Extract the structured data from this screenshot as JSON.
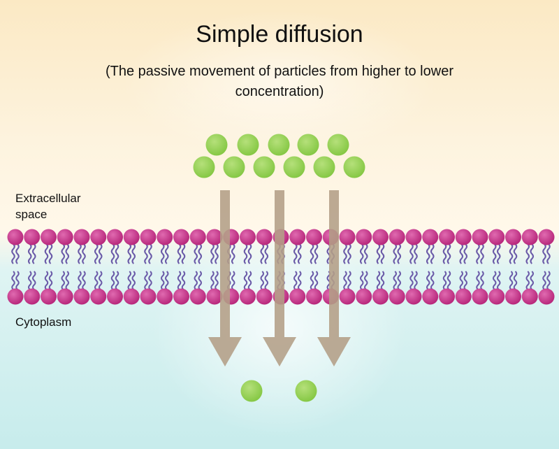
{
  "title": "Simple diffusion",
  "subtitle": "(The passive movement of particles from higher to lower concentration)",
  "labels": {
    "extracellular": "Extracellular space",
    "cytoplasm": "Cytoplasm"
  },
  "colors": {
    "particle": "#86c845",
    "particle_highlight": "#b5e07a",
    "phospholipid_head": "#b8287c",
    "phospholipid_head_highlight": "#e06ab0",
    "lipid_tail": "#6a5aa8",
    "arrow": "#b39e86"
  },
  "counts": {
    "particles_above_membrane": 11,
    "particles_below_membrane": 2,
    "arrows": 3
  }
}
